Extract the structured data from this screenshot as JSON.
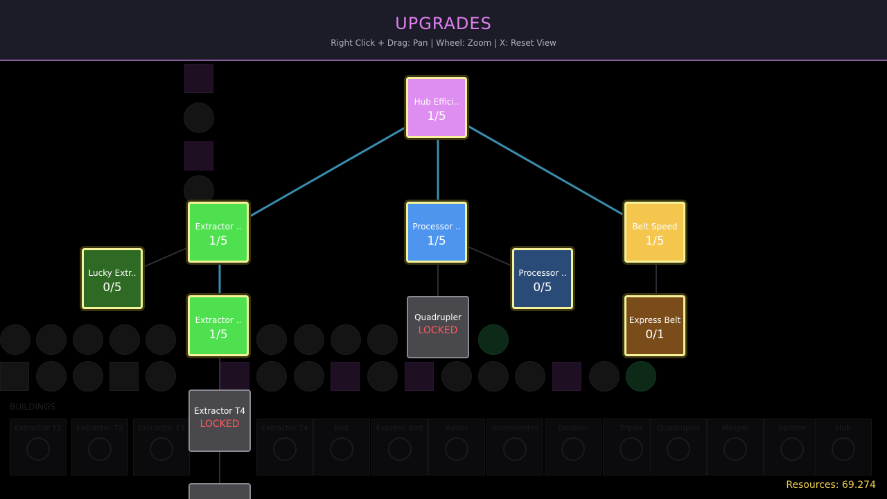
{
  "header": {
    "title": "UPGRADES",
    "hint": "Right Click + Drag: Pan | Wheel: Zoom | X: Reset View"
  },
  "background": {
    "buildings_label": "BUILDINGS",
    "building_cards": [
      "Extractor T1",
      "Extractor T2",
      "Extractor T3",
      "Extractor T4",
      "Belt",
      "Express Belt",
      "Adder",
      "Incrementer",
      "Doubler",
      "Tripler",
      "Quadrupler",
      "Merger",
      "Splitter",
      "Hub"
    ]
  },
  "nodes": [
    {
      "id": "hub-efficiency",
      "name": "Hub Effici..",
      "level": "1/5",
      "color": "#de8ef0",
      "text_color": "#ffffff"
    },
    {
      "id": "extractor-speed",
      "name": "Extractor ..",
      "level": "1/5",
      "color": "#4ee04e",
      "text_color": "#ffffff"
    },
    {
      "id": "processor-speed",
      "name": "Processor ..",
      "level": "1/5",
      "color": "#4d95ee",
      "text_color": "#ffffff"
    },
    {
      "id": "belt-speed",
      "name": "Belt Speed",
      "level": "1/5",
      "color": "#f4c64e",
      "text_color": "#ffffff"
    },
    {
      "id": "lucky-extractor",
      "name": "Lucky Extr..",
      "level": "0/5",
      "color": "#2f6a24",
      "text_color": "#ffffff"
    },
    {
      "id": "extractor-upgrade",
      "name": "Extractor ..",
      "level": "1/5",
      "color": "#4ee04e",
      "text_color": "#ffffff"
    },
    {
      "id": "processor-upgrade",
      "name": "Processor ..",
      "level": "0/5",
      "color": "#2a4a78",
      "text_color": "#ffffff"
    },
    {
      "id": "express-belt",
      "name": "Express Belt",
      "level": "0/1",
      "color": "#7a4c1a",
      "text_color": "#ffffff"
    }
  ],
  "locked_nodes": [
    {
      "id": "quadrupler",
      "name": "Quadrupler",
      "status": "LOCKED"
    },
    {
      "id": "extractor-t4",
      "name": "Extractor T4",
      "status": "LOCKED"
    },
    {
      "id": "unknown-locked",
      "name": "",
      "status": ""
    }
  ],
  "colors": {
    "connection_active": "#3a8fb0",
    "connection_inactive": "#2e2e36",
    "node_border": "#f5f29a",
    "locked_text": "#ff5a5a",
    "resources_text": "#f0d050",
    "title_text": "#e080f0"
  },
  "footer": {
    "resources_label": "Resources: 69.274"
  }
}
